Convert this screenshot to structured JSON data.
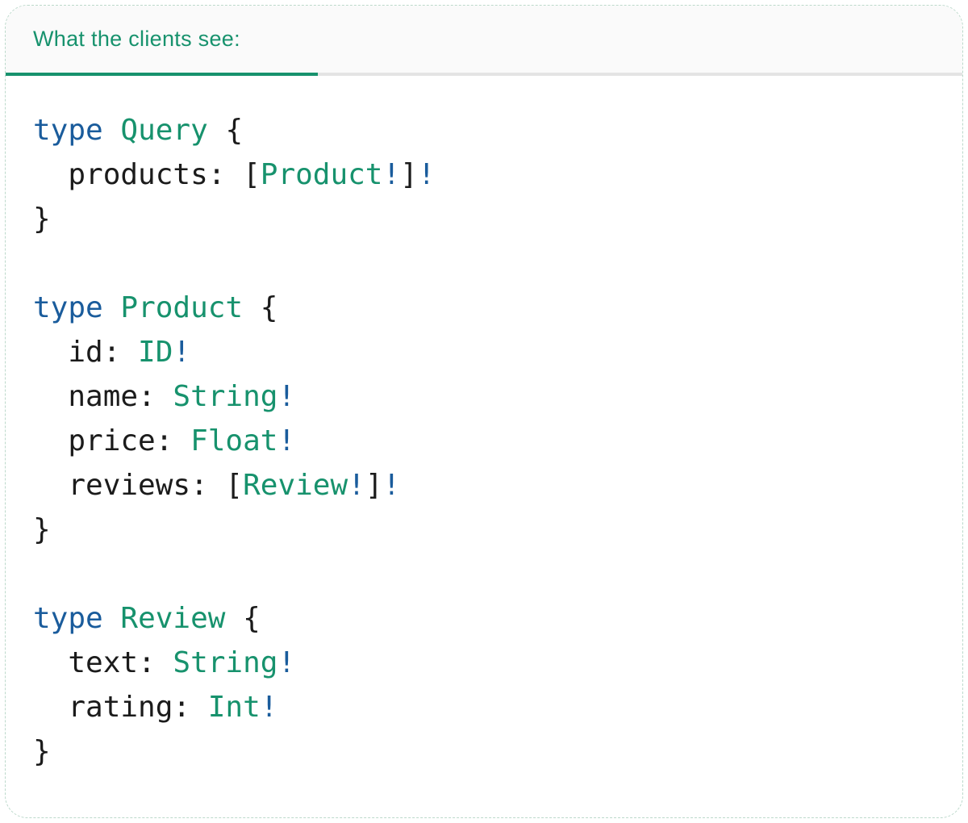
{
  "header": {
    "title": "What the clients see:"
  },
  "code": {
    "language": "graphql",
    "lines": [
      [
        {
          "c": "kw",
          "t": "type"
        },
        {
          "c": "pl",
          "t": " "
        },
        {
          "c": "ty",
          "t": "Query"
        },
        {
          "c": "pl",
          "t": " {"
        }
      ],
      [
        {
          "c": "pl",
          "t": "  products: ["
        },
        {
          "c": "ty",
          "t": "Product"
        },
        {
          "c": "bang",
          "t": "!"
        },
        {
          "c": "pl",
          "t": "]"
        },
        {
          "c": "bang",
          "t": "!"
        }
      ],
      [
        {
          "c": "pl",
          "t": "}"
        }
      ],
      [],
      [
        {
          "c": "kw",
          "t": "type"
        },
        {
          "c": "pl",
          "t": " "
        },
        {
          "c": "ty",
          "t": "Product"
        },
        {
          "c": "pl",
          "t": " {"
        }
      ],
      [
        {
          "c": "pl",
          "t": "  id: "
        },
        {
          "c": "ty",
          "t": "ID"
        },
        {
          "c": "bang",
          "t": "!"
        }
      ],
      [
        {
          "c": "pl",
          "t": "  name: "
        },
        {
          "c": "ty",
          "t": "String"
        },
        {
          "c": "bang",
          "t": "!"
        }
      ],
      [
        {
          "c": "pl",
          "t": "  price: "
        },
        {
          "c": "ty",
          "t": "Float"
        },
        {
          "c": "bang",
          "t": "!"
        }
      ],
      [
        {
          "c": "pl",
          "t": "  reviews: ["
        },
        {
          "c": "ty",
          "t": "Review"
        },
        {
          "c": "bang",
          "t": "!"
        },
        {
          "c": "pl",
          "t": "]"
        },
        {
          "c": "bang",
          "t": "!"
        }
      ],
      [
        {
          "c": "pl",
          "t": "}"
        }
      ],
      [],
      [
        {
          "c": "kw",
          "t": "type"
        },
        {
          "c": "pl",
          "t": " "
        },
        {
          "c": "ty",
          "t": "Review"
        },
        {
          "c": "pl",
          "t": " {"
        }
      ],
      [
        {
          "c": "pl",
          "t": "  text: "
        },
        {
          "c": "ty",
          "t": "String"
        },
        {
          "c": "bang",
          "t": "!"
        }
      ],
      [
        {
          "c": "pl",
          "t": "  rating: "
        },
        {
          "c": "ty",
          "t": "Int"
        },
        {
          "c": "bang",
          "t": "!"
        }
      ],
      [
        {
          "c": "pl",
          "t": "}"
        }
      ]
    ]
  },
  "theme": {
    "teal": "#17926D",
    "keyword_blue": "#1A5C9C",
    "text_dark": "#1B1B1B",
    "header_bg": "#FAFAFA",
    "divider_gray": "#E4E4E4",
    "card_border_green": "#BCD9CB"
  }
}
